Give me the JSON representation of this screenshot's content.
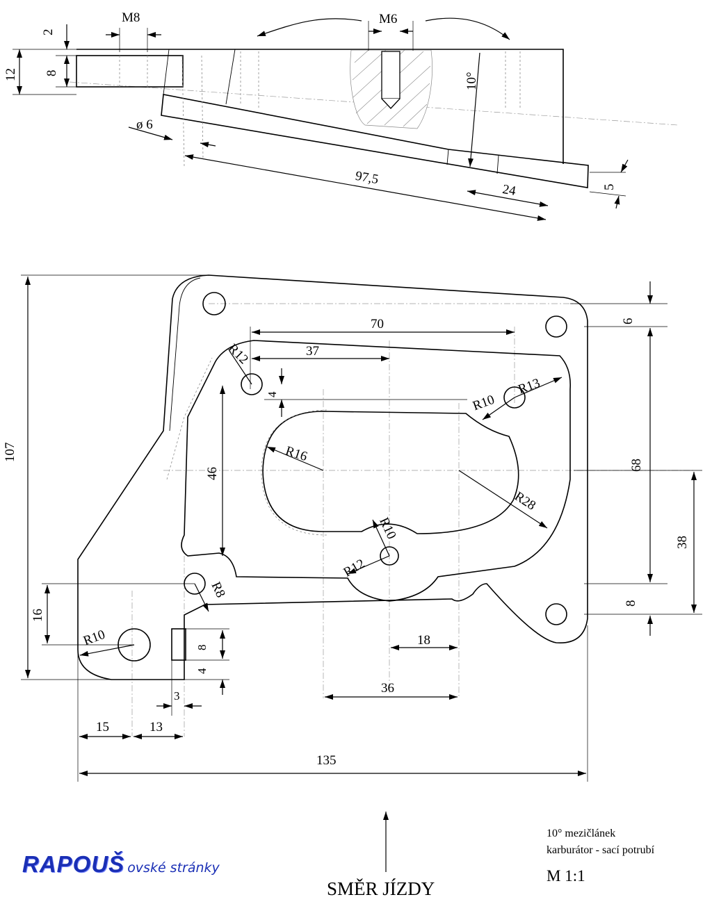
{
  "drawing": {
    "top_view_labels": {
      "m8": "M8",
      "m6": "M6",
      "d2": "2",
      "d12": "12",
      "d8": "8",
      "angle": "10°",
      "diameter": "ø 6",
      "d97_5": "97,5",
      "d24": "24",
      "d5": "5"
    },
    "plan_view_labels": {
      "d107": "107",
      "d70": "70",
      "d37": "37",
      "r12_top": "R12",
      "d4_top": "4",
      "r10_right": "R10",
      "r13": "R13",
      "r16": "R16",
      "d46": "46",
      "d6": "6",
      "d68": "68",
      "r28": "R28",
      "d38": "38",
      "r10_mid": "R10",
      "r12_mid": "R12",
      "r8": "R8",
      "d8_right": "8",
      "d16": "16",
      "r10_left": "R10",
      "d8_small": "8",
      "d4_small": "4",
      "d18": "18",
      "d3": "3",
      "d36": "36",
      "d15": "15",
      "d13": "13",
      "d135": "135"
    }
  },
  "title_block": {
    "line1": "10° mezičlánek",
    "line2": "karburátor - sací potrubí",
    "scale": "M 1:1"
  },
  "direction": {
    "label": "SMĚR JÍZDY"
  },
  "logo": {
    "brand": "RAPOUŠ",
    "tagline": "ovské stránky"
  }
}
